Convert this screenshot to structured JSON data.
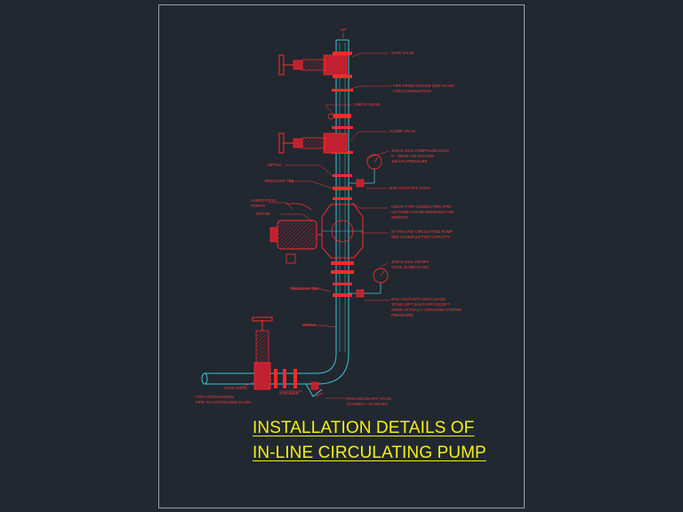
{
  "drawing": {
    "title_line1": "INSTALLATION DETAILS OF",
    "title_line2": "IN-LINE CIRCULATING PUMP",
    "top_mark": "GP",
    "labels": {
      "gate_valve_top": "GATE VALVE",
      "pipe_riser_1": "PIPE FROM SYSTEM (SEE PLANS",
      "pipe_riser_2": "FOR CONTINUATION",
      "check_valve": "CHECK VALVE",
      "globe_valve": "GLOBE VALVE",
      "gauge_top_1": "100mm DIAL COMPOUND GAGE",
      "gauge_top_2": "0 - 760mm HG VACUUM",
      "gauge_top_3": "400 kPa PRESSURE",
      "nipple_top": "NIPPLE",
      "reducing_tee_top": "REDUCING TEE",
      "shutoff_cock_top": "6mm SHUT-OFF COCK",
      "lubrication_1": "LUBRICATION",
      "lubrication_2": "POINTS",
      "motor": "MOTOR",
      "union_1": "UNION TYPE CONNECTION PIPE",
      "union_2": "SO PUMP CAN BE REMOVED FOR",
      "union_3": "SERVICE",
      "pump_1": "IN-THE-LINE CIRCULATING PUMP",
      "pump_2": "SEE SCHEDULE FOR CAPACITY",
      "gauge_bot_1": "100mm DIAL 400 kPa",
      "gauge_bot_2": "GAGE (SAME GAGE)",
      "reducing_tee_bot": "REDUCING TEE",
      "shutoff_bot_1": "6mm SHUT-OFF COCK (GAGE",
      "shutoff_bot_2": "TO BE LEFT SHUT-OFF EXCEPT",
      "shutoff_bot_3": "WHEN ACTUALLY CHECKING SYSTEM",
      "shutoff_bot_4": "PRESSURE)",
      "nipple_bot": "NIPPLE",
      "gate_valve_bot": "GATE VALVE",
      "strainer": "STRAINER",
      "continuation_1": "FOR CONTINUATION",
      "continuation_2": "PIPE TO SYSTEM (SEE PLANS",
      "blowoff_1": "20mm BLOW-OFF VALVE",
      "blowoff_2": "(CONNECT TO DRAIN)"
    },
    "colors": {
      "background": "#212830",
      "pipe": "#3ec3d6",
      "fitting": "#ff2b2b",
      "label": "#ff3b3b",
      "valve_body": "#c02030",
      "title": "#f4f016"
    }
  }
}
